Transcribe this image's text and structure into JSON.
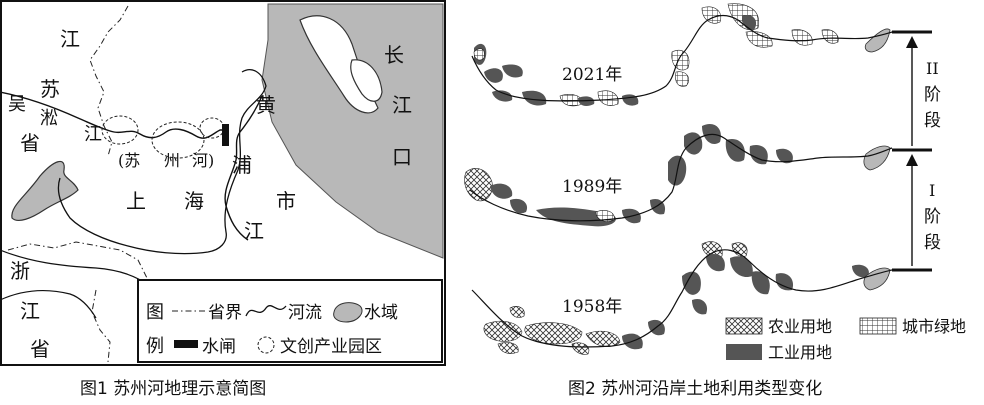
{
  "figure1": {
    "caption": "图1 苏州河地理示意简图",
    "labels": {
      "jiangsu_1": "江",
      "jiangsu_2": "苏",
      "jiangsu_3": "省",
      "wusong_1": "吴",
      "wusong_2": "淞",
      "wusong_3": "江",
      "suzhouhe_open": "(苏",
      "suzhouhe_mid": "州",
      "suzhouhe_close": "河)",
      "huangpu_1": "黄",
      "huangpu_2": "浦",
      "huangpu_3": "江",
      "shanghai_1": "上",
      "shanghai_2": "海",
      "shanghai_3": "市",
      "changjiang_1": "长",
      "changjiang_2": "江",
      "changjiang_3": "口",
      "zhejiang_1": "浙",
      "zhejiang_2": "江",
      "zhejiang_3": "省"
    },
    "legend": {
      "title_1": "图",
      "title_2": "例",
      "province_border": "省界",
      "river": "河流",
      "water": "水域",
      "sluice": "水闸",
      "culture_park": "文创产业园区"
    }
  },
  "figure2": {
    "caption": "图2 苏州河沿岸土地利用类型变化",
    "years": {
      "y2021": "2021年",
      "y1989": "1989年",
      "y1958": "1958年"
    },
    "stages": {
      "stage2_num": "II",
      "stage2_a": "阶",
      "stage2_b": "段",
      "stage1_num": "I",
      "stage1_a": "阶",
      "stage1_b": "段"
    },
    "legend": {
      "agricultural": "农业用地",
      "urban_green": "城市绿地",
      "industrial": "工业用地"
    }
  },
  "colors": {
    "water": "#b8b8b8",
    "industrial": "#555555",
    "line": "#111111"
  }
}
